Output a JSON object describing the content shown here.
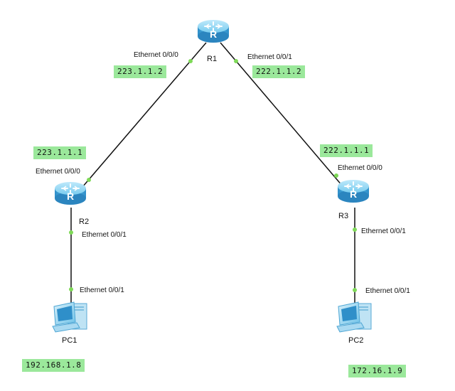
{
  "routers": [
    {
      "name": "R1",
      "icon": "router-icon"
    },
    {
      "name": "R2",
      "icon": "router-icon"
    },
    {
      "name": "R3",
      "icon": "router-icon"
    }
  ],
  "pcs": [
    {
      "name": "PC1",
      "icon": "pc-icon"
    },
    {
      "name": "PC2",
      "icon": "pc-icon"
    }
  ],
  "interfaces": {
    "r1_e000": "Ethernet 0/0/0",
    "r1_e001": "Ethernet 0/0/1",
    "r2_e000": "Ethernet 0/0/0",
    "r2_e001": "Ethernet 0/0/1",
    "r3_e000": "Ethernet 0/0/0",
    "r3_e001": "Ethernet 0/0/1",
    "pc1_e001": "Ethernet 0/0/1",
    "pc2_e001": "Ethernet 0/0/1"
  },
  "ips": {
    "r1_e000": "223.1.1.2",
    "r1_e001": "222.1.1.2",
    "r2_e000": "223.1.1.1",
    "r3_e000": "222.1.1.1",
    "pc1": "192.168.1.8",
    "pc2": "172.16.1.9"
  },
  "colors": {
    "ip_label_bg": "#9be89b",
    "router_body": "#5cb8e6",
    "port_dot": "#7ed957",
    "link": "#111111"
  }
}
